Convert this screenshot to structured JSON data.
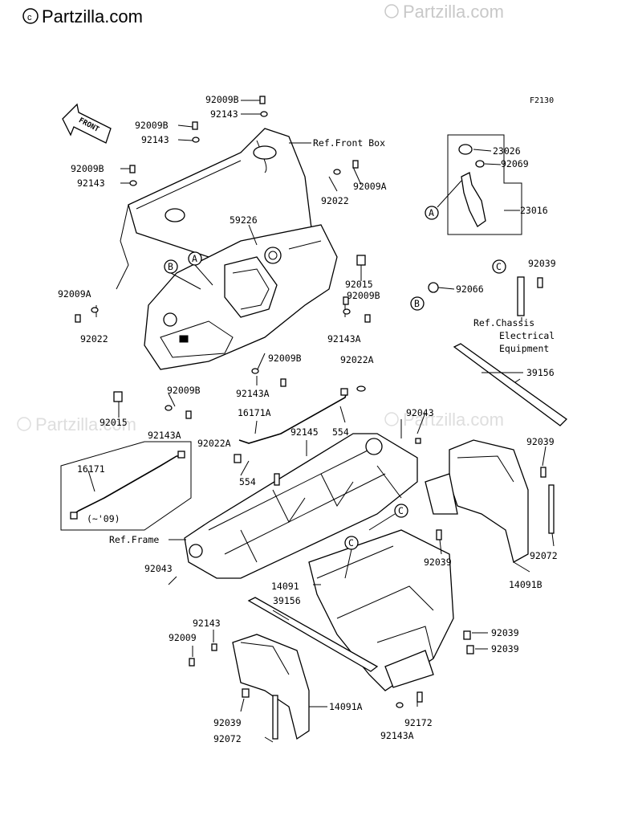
{
  "watermarks": {
    "main": "Partzilla.com",
    "faint": "Partzilla.com"
  },
  "figure_code": "F2130",
  "front_arrow_label": "FRONT",
  "callouts": {
    "A": "A",
    "B": "B",
    "C": "C"
  },
  "labels": {
    "p92009B_top": "92009B",
    "p92143_top": "92143",
    "p92009B_2": "92009B",
    "p92143_2": "92143",
    "p92009B_3": "92009B",
    "p92143_3": "92143",
    "ref_front_box": "Ref.Front Box",
    "p92022_a": "92022",
    "p92009A_a": "92009A",
    "p59226": "59226",
    "p92015_a": "92015",
    "p92009B_4": "92009B",
    "p92143A_a": "92143A",
    "p92009A_b": "92009A",
    "p92022_b": "92022",
    "p92009B_5": "92009B",
    "p92143A_b": "92143A",
    "p92015_b": "92015",
    "p92009B_6": "92009B",
    "p92143A_c": "92143A",
    "p23026": "23026",
    "p92069": "92069",
    "p23016": "23016",
    "p92039_a": "92039",
    "p92066": "92066",
    "ref_chassis_1": "Ref.Chassis",
    "ref_chassis_2": "Electrical",
    "ref_chassis_3": "Equipment",
    "p39156_a": "39156",
    "p92022A_a": "92022A",
    "p16171A": "16171A",
    "p92145": "92145",
    "p554_a": "554",
    "p92043_a": "92043",
    "p92022A_b": "92022A",
    "p554_b": "554",
    "p16171": "16171",
    "p_09": "(~'09)",
    "p92039_b": "92039",
    "ref_frame": "Ref.Frame",
    "p92043_b": "92043",
    "p92039_c": "92039",
    "p92072_a": "92072",
    "p14091": "14091",
    "p14091B": "14091B",
    "p39156_b": "39156",
    "p92143_b": "92143",
    "p92009": "92009",
    "p92039_d": "92039",
    "p92039_e": "92039",
    "p92039_f": "92039",
    "p92072_b": "92072",
    "p14091A": "14091A",
    "p92172": "92172",
    "p92143A_d": "92143A"
  }
}
